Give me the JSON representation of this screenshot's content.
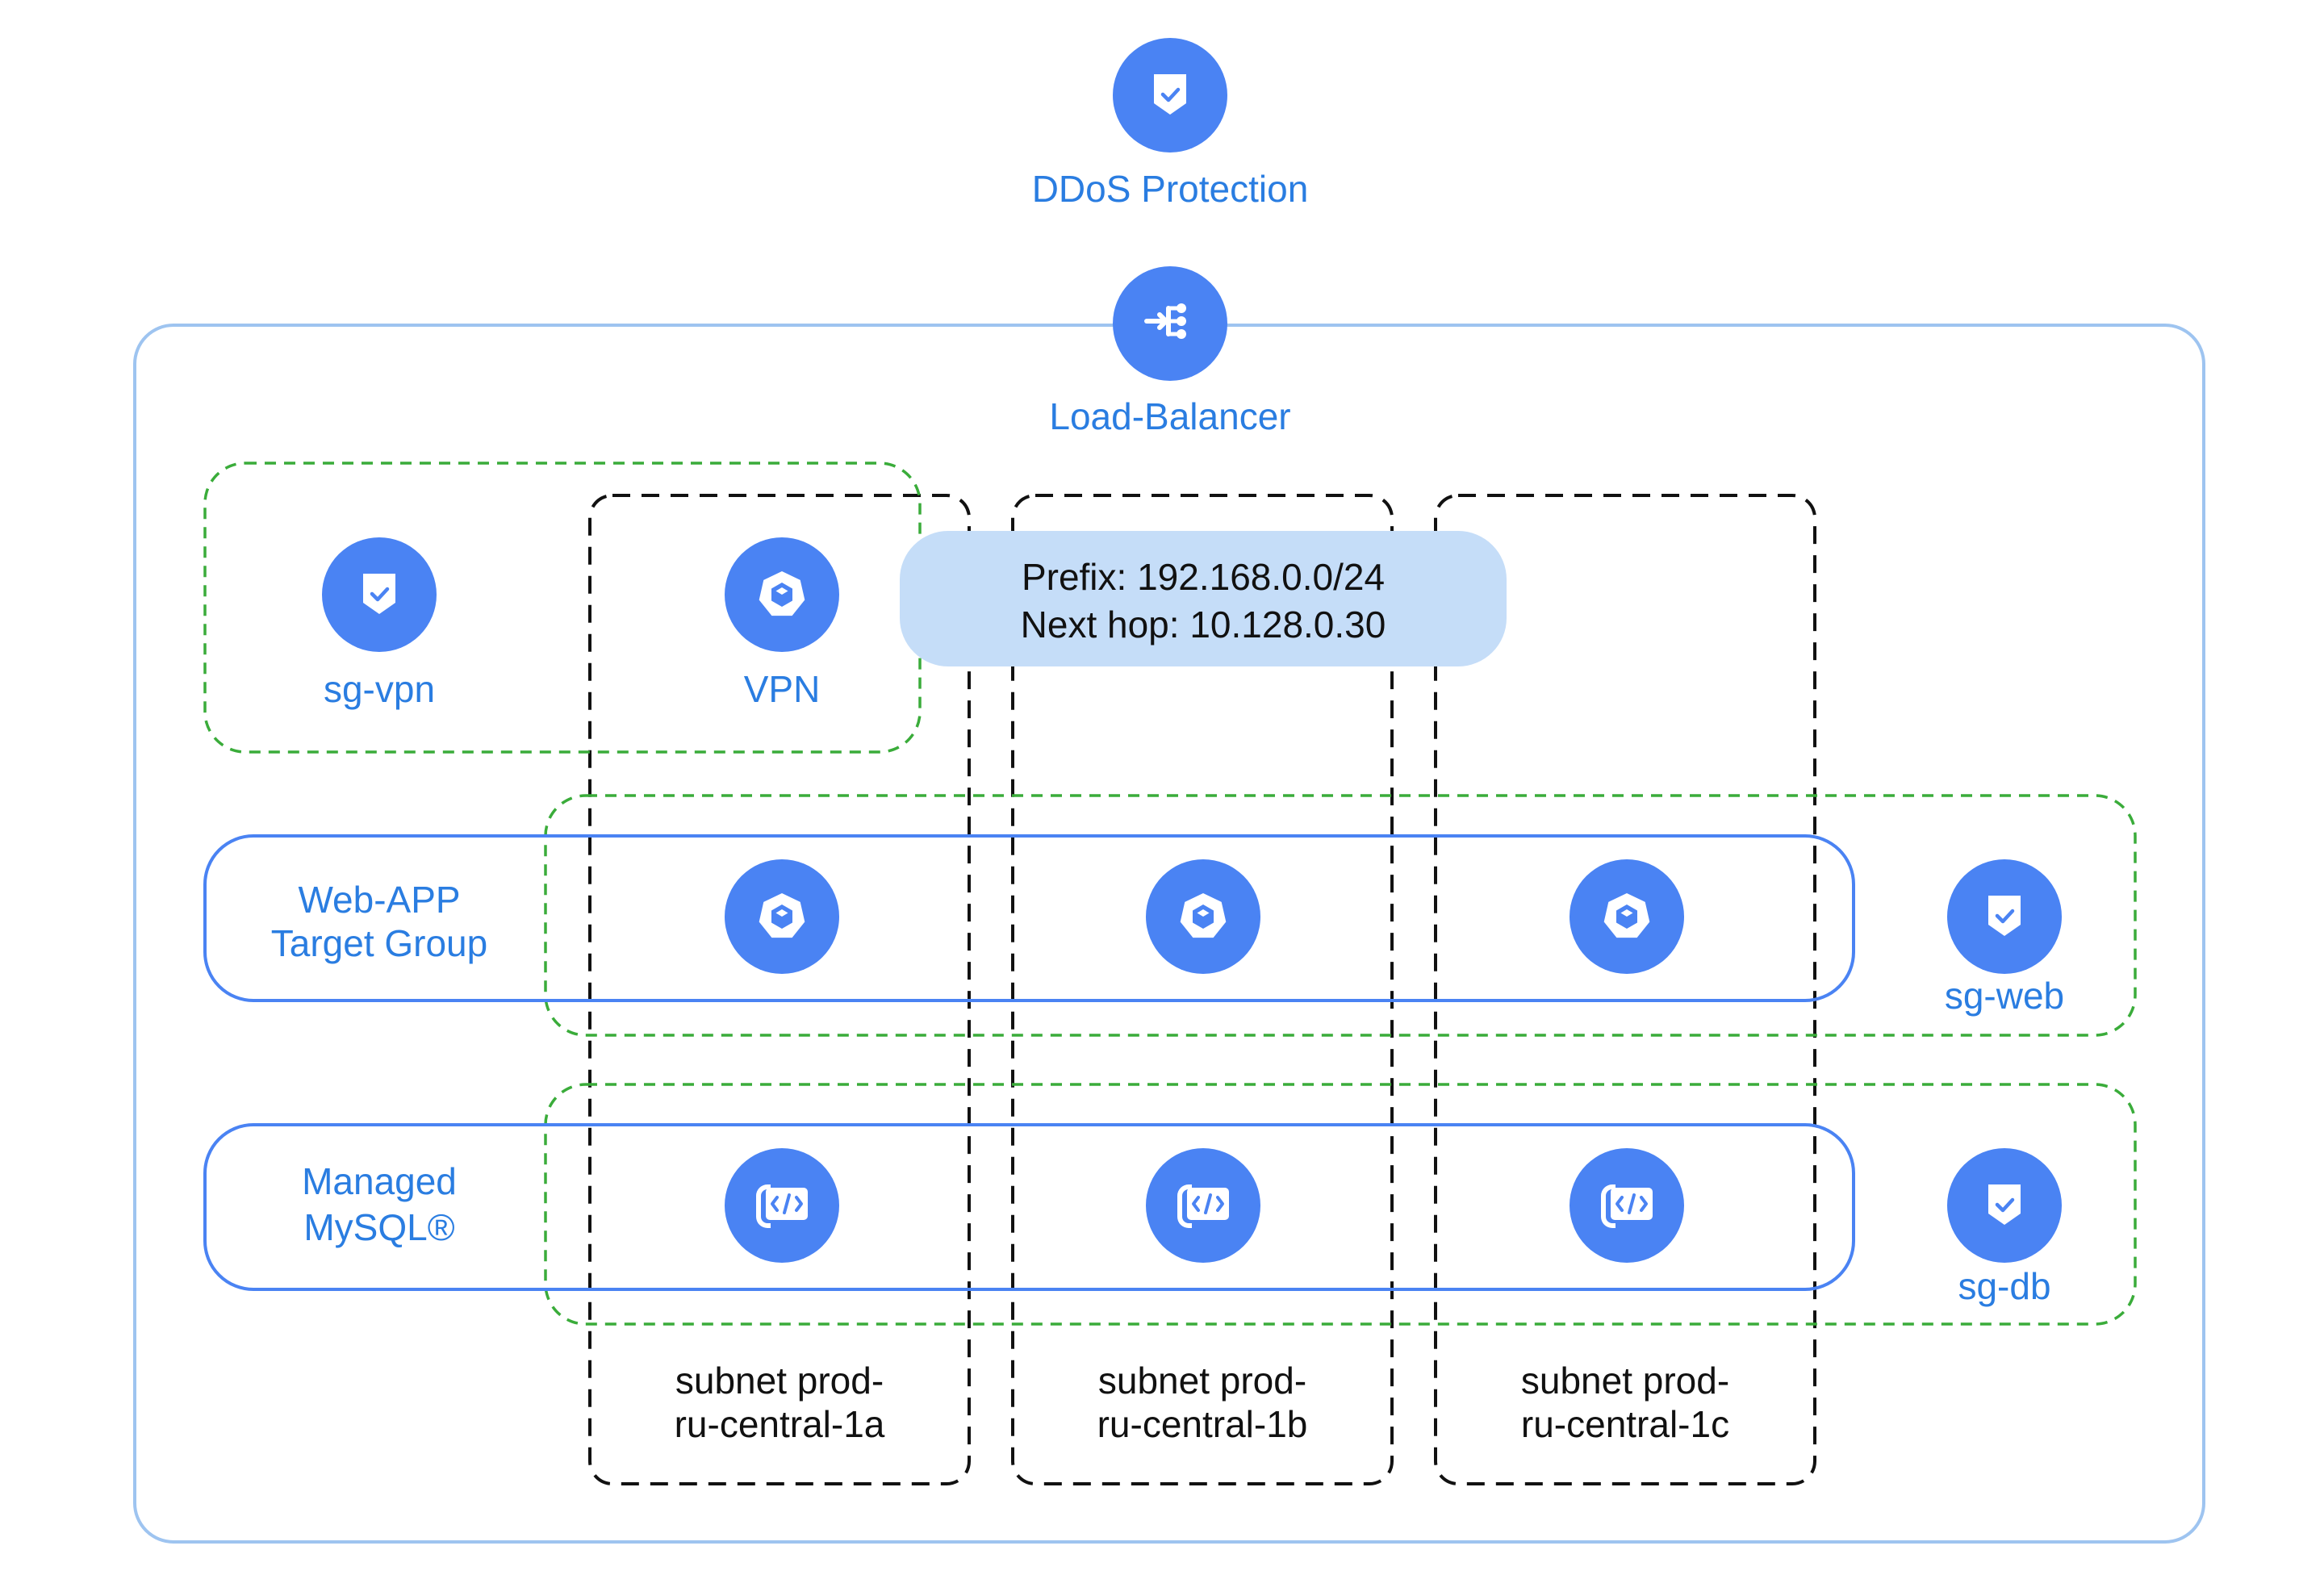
{
  "colors": {
    "accent": "#4a83f3",
    "label_blue": "#2a7de1",
    "cloud_border": "#9ec4f0",
    "security_group_border": "#3aac3a",
    "subnet_border": "#111111",
    "route_bubble": "#c5ddf8",
    "text_dark": "#111111"
  },
  "services": {
    "ddos": {
      "label": "DDoS Protection",
      "icon": "shield-check-icon"
    },
    "load_balancer": {
      "label": "Load-Balancer",
      "icon": "load-balancer-icon"
    },
    "vpn": {
      "label": "VPN",
      "icon": "vm-icon"
    }
  },
  "security_groups": {
    "vpn": {
      "label": "sg-vpn",
      "icon": "shield-check-icon"
    },
    "web": {
      "label": "sg-web",
      "icon": "shield-check-icon"
    },
    "db": {
      "label": "sg-db",
      "icon": "shield-check-icon"
    }
  },
  "groups": {
    "web_app": {
      "line1": "Web-APP",
      "line2": "Target Group",
      "icon": "vm-icon"
    },
    "mysql": {
      "line1": "Managed",
      "line2": "MySQL®",
      "icon": "database-icon"
    }
  },
  "route": {
    "line1": "Prefix: 192.168.0.0/24",
    "line2": "Next hop: 10.128.0.30"
  },
  "subnets": [
    {
      "line1": "subnet prod-",
      "line2": "ru-central-1a"
    },
    {
      "line1": "subnet prod-",
      "line2": "ru-central-1b"
    },
    {
      "line1": "subnet prod-",
      "line2": "ru-central-1c"
    }
  ]
}
